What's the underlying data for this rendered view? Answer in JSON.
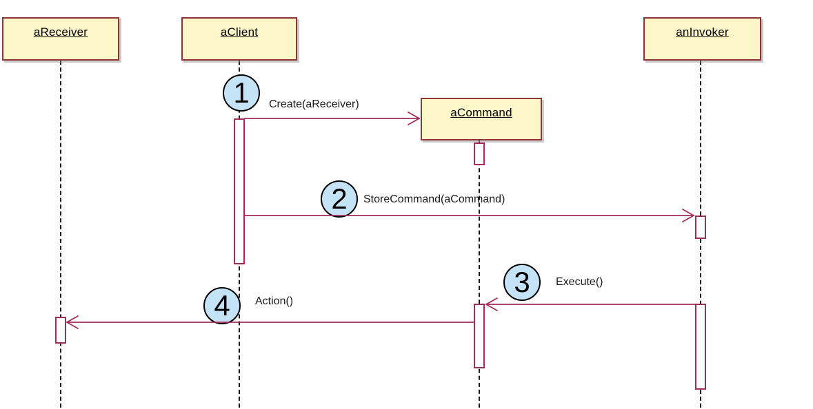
{
  "diagram": {
    "type": "uml-sequence-diagram",
    "subject": "Command design pattern interaction",
    "colors": {
      "background": "#ffffff",
      "actor_fill": "#fcf6c8",
      "actor_border": "#8e3336",
      "message_color": "#a02c5a",
      "circle_fill": "#c5e3f6",
      "circle_border": "#000000",
      "lifeline_color": "#1a1a1a"
    },
    "actors": [
      {
        "id": "aReceiver",
        "name": "aReceiver"
      },
      {
        "id": "aClient",
        "name": "aClient"
      },
      {
        "id": "aCommand",
        "name": "aCommand"
      },
      {
        "id": "anInvoker",
        "name": "anInvoker"
      }
    ],
    "messages": [
      {
        "seq": "1",
        "label": "Create(aReceiver)",
        "from": "aClient",
        "to": "aCommand"
      },
      {
        "seq": "2",
        "label": "StoreCommand(aCommand)",
        "from": "aClient",
        "to": "anInvoker"
      },
      {
        "seq": "3",
        "label": "Execute()",
        "from": "anInvoker",
        "to": "aCommand"
      },
      {
        "seq": "4",
        "label": "Action()",
        "from": "aCommand",
        "to": "aReceiver"
      }
    ]
  }
}
